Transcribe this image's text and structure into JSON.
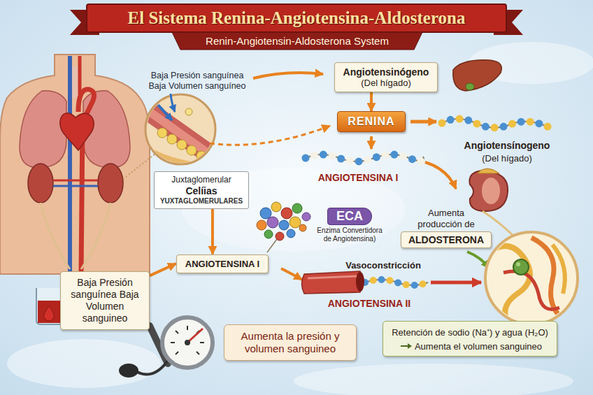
{
  "diagram": {
    "title": "El Sistema Renina-Angiotensina-Aldosterona",
    "nodes": [
      {
        "text": [
          "Angiotensinógeno",
          "(Del hígado)"
        ]
      },
      {
        "text": [
          "RENINA"
        ]
      },
      {
        "text": [
          "Juxtaglomerular",
          "Celíias",
          "YUXTAGLOMERULARES"
        ]
      },
      {
        "text": [
          "ECA",
          "Enzima Convertidora de Angiotensina)"
        ]
      },
      {
        "text": [
          "Aumenta producción de",
          "ALDOSTERONA"
        ]
      },
      {
        "text": [
          "ANGIOTENSINA I"
        ]
      },
      {
        "text": [
          "Baja Presión sanguínea Baja Volumen sanguineo"
        ]
      },
      {
        "text": [
          "Aumenta la presión y volumen sanguineo"
        ]
      },
      {
        "text": [
          "Retención de sodio (Na⁺) y agua (H₂O)",
          "Aumenta el volumen sanguineo"
        ]
      }
    ],
    "edges": [
      {
        "from": 0,
        "to": 1,
        "arrow": "to"
      },
      {
        "from": 2,
        "to": 5,
        "arrow": "to"
      },
      {
        "from": 6,
        "to": 5,
        "arrow": "to"
      }
    ],
    "labels": [
      "Renin-Angiotensin-Aldosterona System",
      "Baja Presión sanguínea Baja Volumen sanguíneo",
      "Angiotensínogeno",
      "(Del hígado)",
      "ANGIOTENSINA I",
      "Vasoconstricción",
      "ANGIOTENSINA II"
    ]
  }
}
